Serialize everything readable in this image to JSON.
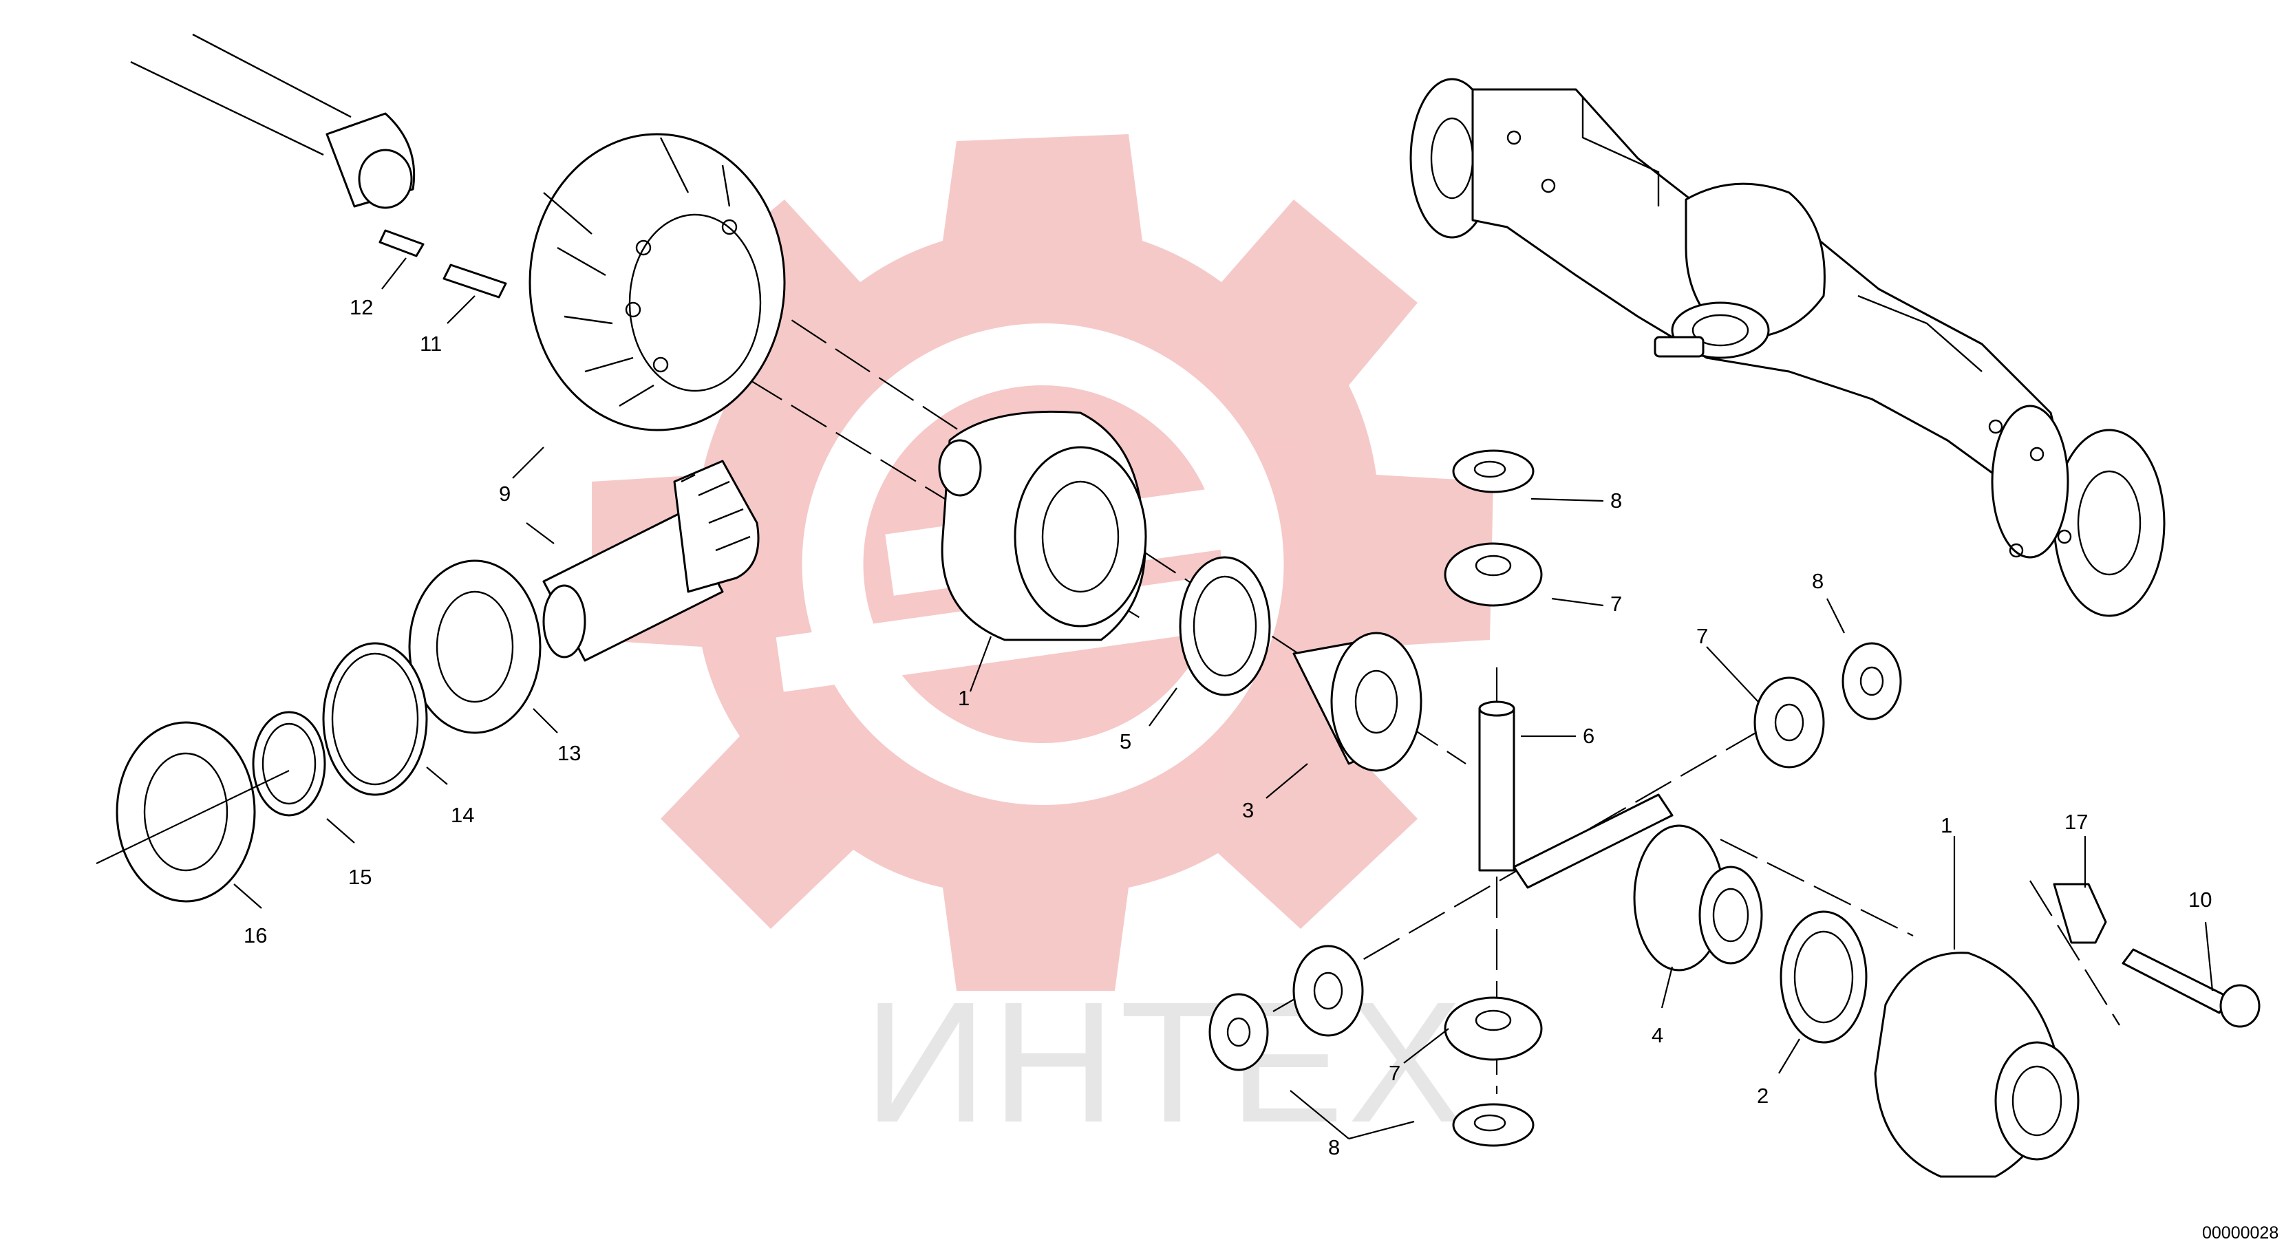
{
  "watermark": {
    "text": "ИНТЕХ",
    "gear_color": "#f6c6c6",
    "text_color": "#e6e6e6"
  },
  "callouts": [
    "1",
    "5",
    "3",
    "6",
    "7",
    "8",
    "8",
    "7",
    "1",
    "17",
    "10",
    "4",
    "2",
    "7",
    "8",
    "9",
    "12",
    "11",
    "13",
    "14",
    "15",
    "16"
  ],
  "doc_number": "00000028",
  "icons": [
    "gear-watermark",
    "axle-assembly",
    "ring-gear",
    "pinion-shaft",
    "bearing",
    "shim",
    "differential-case",
    "thrust-washer",
    "planetary-gear",
    "cross-pin",
    "side-gear",
    "bolt",
    "lock-plate",
    "roller-pin",
    "spline-shaft"
  ]
}
